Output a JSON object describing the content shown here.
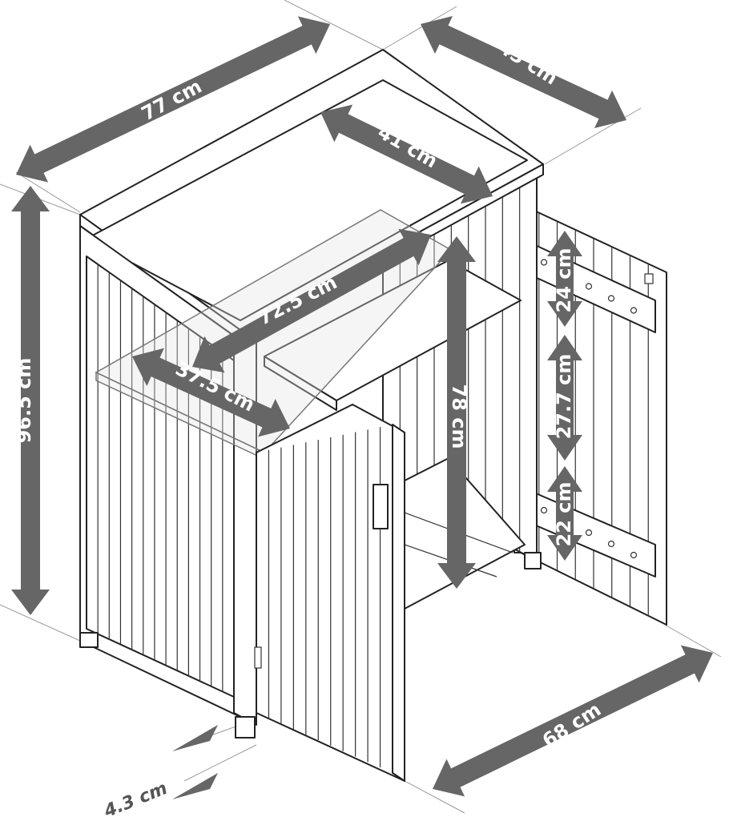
{
  "dimensions": {
    "width_outer": "77 cm",
    "depth_outer": "43 cm",
    "depth_inner": "41 cm",
    "height_total": "96.5 cm",
    "shelf_width": "72.5 cm",
    "shelf_depth": "37.5 cm",
    "height_inner": "78 cm",
    "door_shelf_top": "24 cm",
    "door_shelf_middle": "27.7 cm",
    "door_shelf_bottom": "22 cm",
    "door_open_width": "68 cm",
    "foot_height": "4.3 cm"
  },
  "colors": {
    "arrow": "#666666",
    "line": "#222222"
  }
}
